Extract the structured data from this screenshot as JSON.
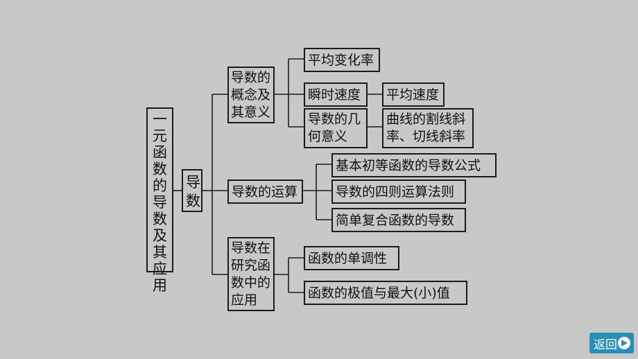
{
  "diagram": {
    "root": "一元函数的导数及其应用",
    "center": "导数",
    "branch1": {
      "title": [
        "导数的",
        "概念及",
        "其意义"
      ],
      "item1": "平均变化率",
      "item2": "瞬时速度",
      "item2_child": "平均速度",
      "item3": [
        "导数的几",
        "何意义"
      ],
      "item3_child": [
        "曲线的割线斜",
        "率、切线斜率"
      ]
    },
    "branch2": {
      "title": "导数的运算",
      "item1": "基本初等函数的导数公式",
      "item2": "导数的四则运算法则",
      "item3": "简单复合函数的导数"
    },
    "branch3": {
      "title": [
        "导数在",
        "研究函",
        "数中的",
        "应用"
      ],
      "item1": "函数的单调性",
      "item2": "函数的极值与最大(小)值"
    }
  },
  "nav": {
    "back_label": "返回"
  },
  "colors": {
    "background": "#c8c8c8",
    "line": "#1a1a1a",
    "back_button": "#2a8fb8"
  }
}
